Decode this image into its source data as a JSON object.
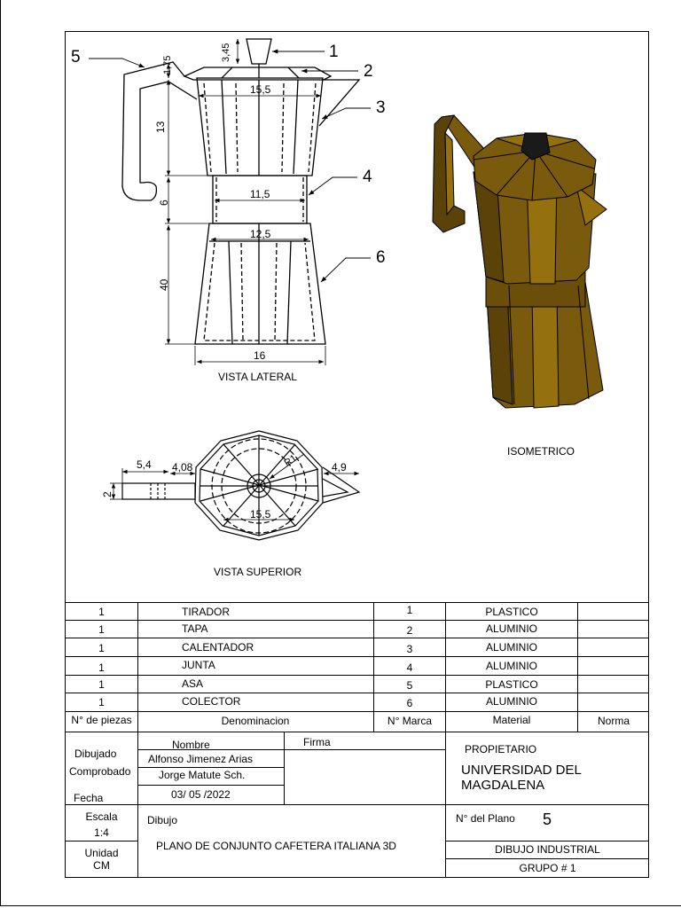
{
  "drawing": {
    "balloons": [
      "1",
      "2",
      "3",
      "4",
      "5",
      "6"
    ],
    "dims_side": {
      "lid_top": "3,45",
      "lid_side": "1,75",
      "top_width": "15,5",
      "upper_height": "13",
      "joint_width": "11,5",
      "joint_height": "6",
      "lower_top_width": "12,5",
      "lower_height": "40",
      "base_width": "16"
    },
    "dims_top": {
      "handle_len": "5,4",
      "handle_offset": "4,08",
      "spout": "4,9",
      "handle_w": "2",
      "diameter": "15,5",
      "radius": "R1"
    },
    "labels": {
      "side": "VISTA LATERAL",
      "top": "VISTA SUPERIOR",
      "iso": "ISOMETRICO"
    },
    "colors": {
      "iso_body": "#7a5a0c",
      "iso_light": "#94700f",
      "iso_dark": "#5a4208",
      "iso_top_knob": "#1a1a1a"
    }
  },
  "parts_table": {
    "headers": {
      "qty": "N° de piezas",
      "name": "Denominacion",
      "mark": "N° Marca",
      "material": "Material",
      "norm": "Norma"
    },
    "rows": [
      {
        "qty": "1",
        "name": "TIRADOR",
        "mark": "1",
        "material": "PLASTICO"
      },
      {
        "qty": "1",
        "name": "TAPA",
        "mark": "2",
        "material": "ALUMINIO"
      },
      {
        "qty": "1",
        "name": "CALENTADOR",
        "mark": "3",
        "material": "ALUMINIO"
      },
      {
        "qty": "1",
        "name": "JUNTA",
        "mark": "4",
        "material": "ALUMINIO"
      },
      {
        "qty": "1",
        "name": "ASA",
        "mark": "5",
        "material": "PLASTICO"
      },
      {
        "qty": "1",
        "name": "COLECTOR",
        "mark": "6",
        "material": "ALUMINIO"
      }
    ]
  },
  "title_block": {
    "nombre_label": "Nombre",
    "firma_label": "Firma",
    "dibujado_label": "Dibujado",
    "dibujado_name": "Alfonso Jimenez Arias",
    "comprobado_label": "Comprobado",
    "comprobado_name": "Jorge Matute Sch.",
    "fecha_label": "Fecha",
    "fecha_value": "03/ 05 /2022",
    "propietario_label": "PROPIETARIO",
    "propietario_line1": "UNIVERSIDAD DEL",
    "propietario_line2": "MAGDALENA",
    "escala_label": "Escala",
    "escala_value": "1:4",
    "unidad_label": "Unidad",
    "unidad_value": "CM",
    "dibujo_label": "Dibujo",
    "dibujo_title": "PLANO DE CONJUNTO CAFETERA ITALIANA 3D",
    "plano_label": "N° del Plano",
    "plano_value": "5",
    "course": "DIBUJO INDUSTRIAL",
    "group": "GRUPO # 1"
  }
}
